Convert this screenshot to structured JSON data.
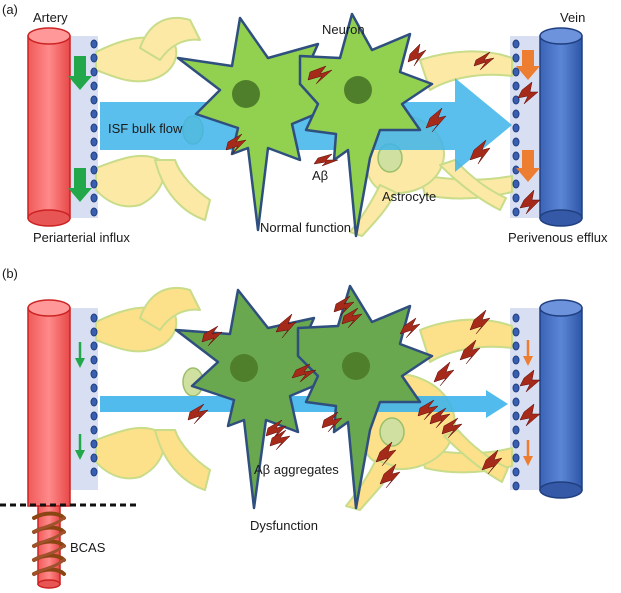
{
  "panel_a": {
    "tag": "(a)",
    "artery": "Artery",
    "vein": "Vein",
    "neuron": "Neuron",
    "isf_flow": "ISF bulk flow",
    "abeta": "Aβ",
    "astrocyte": "Astrocyte",
    "caption": "Normal function",
    "influx": "Periarterial influx",
    "efflux": "Perivenous efflux"
  },
  "panel_b": {
    "tag": "(b)",
    "aggregates": "Aβ aggregates",
    "caption": "Dysfunction",
    "bcas": "BCAS"
  },
  "colors": {
    "artery": "#f26a6a",
    "vein": "#4472c4",
    "neuron_normal": "#92d050",
    "neuron_dysfunction": "#6aa84f",
    "astrocyte": "#ffe699",
    "isf_flow": "#3db4ea",
    "influx_arrow": "#22a74a",
    "efflux_arrow": "#ed7d31",
    "amyloid": "#a52a1a",
    "coil": "#8b4513"
  }
}
